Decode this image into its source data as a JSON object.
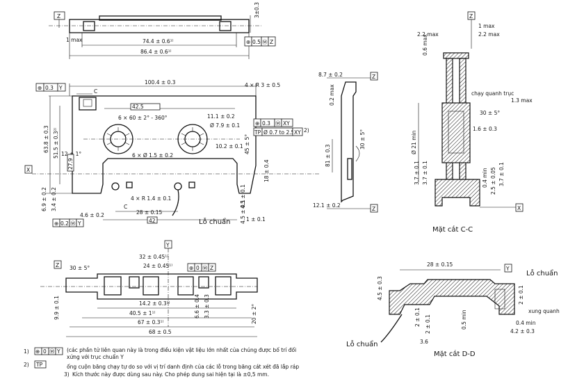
{
  "top_view": {
    "datum_z": "Z",
    "dim_height": "3±0.3",
    "dim_inner": "74.4 ± 0.6¹⁾",
    "dim_outer": "86.4 ± 0.6¹⁾",
    "dim_1max": "1 max",
    "tol_frame": [
      "⊕",
      "0.5",
      "Ⓜ",
      "Z"
    ]
  },
  "front_view": {
    "tol_top": [
      "⊕",
      "0.3",
      "Y"
    ],
    "dim_width": "100.4 ± 0.3",
    "dim_corner": "4 × R 3 ± 0.5",
    "label_c": "C",
    "dim_42_5": "42.5",
    "dim_angle": "6 × 60 ± 2° - 360°",
    "dim_11_1": "11.1 ± 0.2",
    "dim_hole": "Ø 7.9 ± 0.1",
    "tol_hole": [
      "⊕",
      "0.3",
      "Ⓜ",
      "XY"
    ],
    "tp_tol": [
      "TP",
      "Ø 0.7 to 2.5",
      "XY",
      "2)"
    ],
    "dim_63_8": "63.8 ± 0.3",
    "dim_51_5": "51.5 ± 0.3²⁾",
    "dim_27_9": "27.9",
    "dim_12": "12 ± 1°",
    "dim_spokes": "6 × Ø 1.5 ± 0.2",
    "dim_45": "45 ± 5°",
    "dim_10_2": "10.2 ± 0.1",
    "dim_18": "18 ± 0.4",
    "datum_x": "X",
    "dim_6_9": "6.9 ± 0.2",
    "dim_3_4": "3.4 ± 0.2",
    "dim_4xr": "4 × R 1.4 ± 0.1",
    "dim_28": "28 ± 0.15",
    "dim_4_6": "4.6 ± 0.2",
    "tol_bottom": [
      "⊕",
      "0.2",
      "Ⓜ",
      "Y"
    ],
    "dim_42": "42",
    "dim_4_5a": "4.5 ± 0.1",
    "dim_4_5b": "4.5 ± 0.1",
    "dim_1": "1 ± 0.1",
    "loc_label": "Lỗ chuẩn"
  },
  "side_view": {
    "dim_8_7": "8.7 ± 0.2",
    "dim_0_2": "0.2 max",
    "dim_81": "81 ± 0.3",
    "dim_30": "30 ± 5°",
    "dim_12_1": "12.1 ± 0.2",
    "datum_z": "Z"
  },
  "section_cc": {
    "title": "Mặt cắt C-C",
    "datum_z": "Z",
    "dim_1max": "1 max",
    "dim_2_2a": "2.2 max",
    "dim_2_2b": "2.2 max",
    "dim_0_6": "0.6 max",
    "note_run": "chạy quanh trục",
    "dim_1_3": "1.3 max",
    "dim_30": "30 ± 5°",
    "dim_1_6": "1.6 ± 0.3",
    "dim_21": "Ø 21 min",
    "dim_3_7a": "3.7 ± 0.1",
    "dim_3_7b": "3.7 ± 0.1",
    "dim_0_4": "0.4 min",
    "dim_2_5": "2.5 ± 0.05",
    "dim_3_7c": "3.7 ± 0.1",
    "datum_x": "X"
  },
  "bottom_view": {
    "datum_y": "Y",
    "datum_z": "Z",
    "dim_30": "30 ± 5°",
    "dim_32": "32 ± 0.45¹⁾",
    "dim_24": "24 ± 0.45¹⁾",
    "tol_frame": [
      "⊕",
      "0",
      "Ⓜ",
      "Z"
    ],
    "dim_14_2": "14.2 ± 0.3¹⁾",
    "dim_40_5": "40.5 ± 1¹⁾",
    "dim_67": "67 ± 0.3¹⁾",
    "dim_68": "68 ± 0.5",
    "dim_9_9": "9.9 ± 0.1",
    "dim_20": "20 ± 2°",
    "dim_6_6": "6.6 ± 0.4",
    "dim_3_3": "3.3 ± 0.3"
  },
  "section_dd": {
    "title": "Mặt cắt D-D",
    "loc_label_top": "Lỗ chuẩn",
    "loc_label_bottom": "Lỗ chuẩn",
    "dim_28": "28 ± 0.15",
    "dim_4_5": "4.5 ± 0.3",
    "dim_2_1": "2 ± 0.1",
    "dim_2_1b": "2 ± 0.1",
    "dim_2_1c": "2 ± 0.1",
    "dim_3_6": "3.6",
    "dim_0_5": "0.5 min",
    "dim_0_4": "0.4 min",
    "dim_4_2": "4.2 ± 0.3",
    "note_around": "xung quanh",
    "datum_y": "Y"
  },
  "notes": [
    {
      "marker": "1)",
      "frame": [
        "⊕",
        "0",
        "Ⓜ",
        "Y"
      ],
      "text": "(các phần tử liên quan này là trong điều kiện vật liệu lớn nhất của chúng được bố trí đối xứng với trục chuẩn Y"
    },
    {
      "marker": "2)",
      "frame": [
        "TP"
      ],
      "text": "ống cuộn băng chạy tự do so với vị trí danh định của các lỗ trong băng cát xét đã lắp ráp"
    },
    {
      "marker": "3)",
      "frame": [],
      "text": "Kích thước này được dùng sau này. Cho phép dung sai hiện tại là ±0,5 mm."
    }
  ]
}
